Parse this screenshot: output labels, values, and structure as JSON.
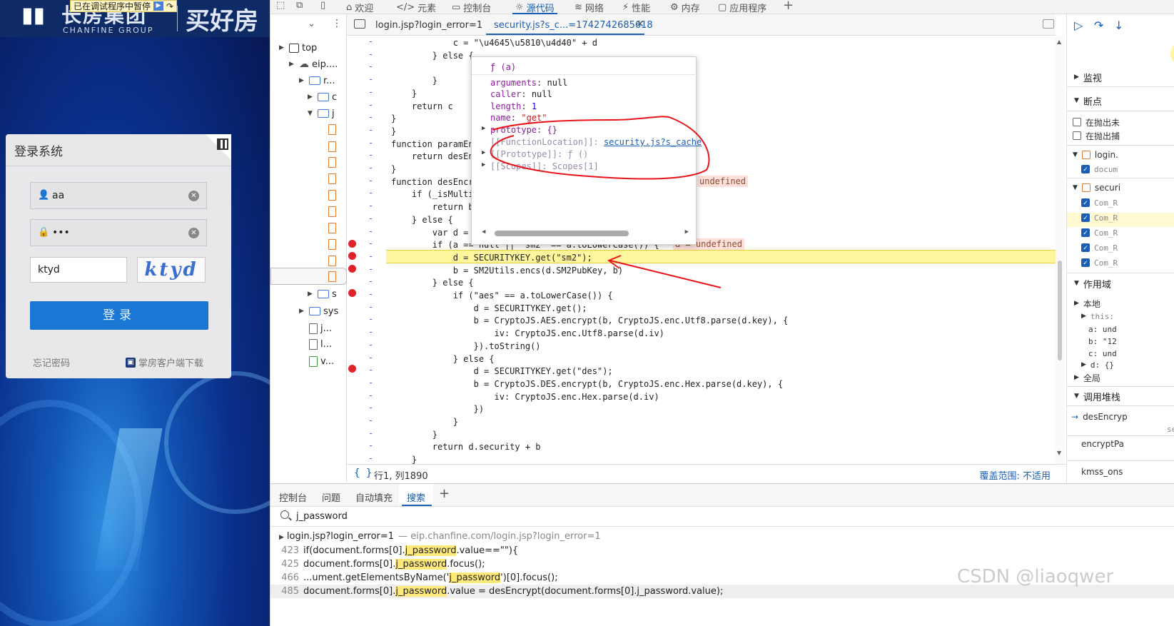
{
  "login_page": {
    "paused_badge": "已在调试程序中暂停",
    "brand_cn": "长房集团",
    "brand_en": "CHANFINE GROUP",
    "brand_slogan": "买好房",
    "title": "登录系统",
    "username": "aa",
    "password_mask": "•••",
    "captcha_value": "ktyd",
    "captcha_image_text": "ktyd",
    "login_button": "登录",
    "forgot_password": "忘记密码",
    "download_client": "掌房客户端下载"
  },
  "devtools": {
    "top_tabs": [
      {
        "icon": "⌂",
        "label": "欢迎"
      },
      {
        "icon": "</>",
        "label": "元素"
      },
      {
        "icon": "▭",
        "label": "控制台"
      },
      {
        "icon": "☼",
        "label": "源代码"
      },
      {
        "icon": "≋",
        "label": "网络"
      },
      {
        "icon": "⚡",
        "label": "性能"
      },
      {
        "icon": "⚙",
        "label": "内存"
      },
      {
        "icon": "▢",
        "label": "应用程序"
      }
    ],
    "navigator": {
      "items": [
        {
          "label": "top",
          "kind": "frame"
        },
        {
          "label": "eip....",
          "kind": "cloud"
        },
        {
          "label": "r...",
          "kind": "folder"
        },
        {
          "label": "c",
          "kind": "folder"
        },
        {
          "label": "j",
          "kind": "folder"
        },
        {
          "label": "s",
          "kind": "folder"
        },
        {
          "label": "sys",
          "kind": "folder"
        },
        {
          "label": "j...",
          "kind": "doc"
        },
        {
          "label": "l...",
          "kind": "doc"
        },
        {
          "label": "v...",
          "kind": "doc-green"
        }
      ]
    },
    "editor_tabs": [
      {
        "label": "login.jsp?login_error=1"
      },
      {
        "label": "security.js?s_c...=1742742685618"
      }
    ],
    "code_lines": [
      "            c = \"\\u4645\\u5810\\u4d40\" + d",
      "        } else {",
      "            ",
      "        }",
      "    }",
      "    return c",
      "}",
      "}",
      "function paramEn",
      "    return desEn",
      "}",
      "function desEncry",
      "    if (_isMulti",
      "        return b",
      "    } else {",
      "        var d = ",
      "        if (a == null || \"sm2\" == a.toLowerCase()) {",
      "            d = SECURITYKEY.get(\"sm2\");",
      "            b = SM2Utils.encs(d.SM2PubKey, b)",
      "        } else {",
      "            if (\"aes\" == a.toLowerCase()) {",
      "                d = SECURITYKEY.get();",
      "                b = CryptoJS.AES.encrypt(b, CryptoJS.enc.Utf8.parse(d.key), {",
      "                    iv: CryptoJS.enc.Utf8.parse(d.iv)",
      "                }).toString()",
      "            } else {",
      "                d = SECURITYKEY.get(\"des\");",
      "                b = CryptoJS.DES.encrypt(b, CryptoJS.enc.Hex.parse(d.key), {",
      "                    iv: CryptoJS.enc.Hex.parse(d.iv)",
      "                })",
      "            }",
      "        }",
      "        return d.security + b",
      "    }"
    ],
    "inline_values": {
      "undefined_1": "undefined",
      "undefined_2": "a = undefined"
    },
    "popover": {
      "header": "ƒ (a)",
      "props": [
        {
          "key": "arguments",
          "value": "null"
        },
        {
          "key": "caller",
          "value": "null"
        },
        {
          "key": "length",
          "value": "1"
        },
        {
          "key": "name",
          "value": "\"get\""
        }
      ],
      "prototype": "prototype: {}",
      "function_location_key": "[[FunctionLocation]]:",
      "function_location_value": "security.js?s_cache",
      "proto_line": "[[Prototype]]: ƒ ()",
      "scopes_line": "[[Scopes]]: Scopes[1]"
    },
    "status": {
      "brace": "{ }",
      "position": "行1, 列1890",
      "coverage": "覆盖范围: 不适用"
    },
    "right_panel": {
      "watch": "监视",
      "breakpoints": "断点",
      "pause_uncaught": "在抛出未",
      "pause_caught": "在抛出捕",
      "bp_file1": "login.",
      "bp_file1_line": "docum",
      "bp_file2": "securi",
      "bp_file2_lines": [
        "Com_R",
        "Com_R",
        "Com_R",
        "Com_R",
        "Com_R"
      ],
      "scope": "作用域",
      "local": "本地",
      "this_label": "this:",
      "scope_a": "a: und",
      "scope_b": "b: \"12",
      "scope_c": "c: und",
      "scope_d": "d: {}",
      "global": "全局",
      "callstack": "调用堆栈",
      "call1": "desEncryp",
      "call1_sub": "se",
      "call2": "encryptPa",
      "call3": "kmss_ons"
    },
    "drawer": {
      "tabs": [
        "控制台",
        "问题",
        "自动填充",
        "搜索"
      ],
      "search_query": "j_password",
      "result_file": "login.jsp?login_error=1",
      "result_url": "— eip.chanfine.com/login.jsp?login_error=1",
      "results": [
        {
          "line": "423",
          "pre": "if(document.forms[0].",
          "match": "j_password",
          "post": ".value==\"\"){"
        },
        {
          "line": "425",
          "pre": "document.forms[0].",
          "match": "j_password",
          "post": ".focus();"
        },
        {
          "line": "466",
          "pre": "...ument.getElementsByName('",
          "match": "j_password",
          "post": "')[0].focus();"
        },
        {
          "line": "485",
          "pre": "document.forms[0].",
          "match": "j_password",
          "post": ".value = desEncrypt(document.forms[0].j_password.value);"
        }
      ]
    },
    "watermark": "CSDN @liaoqwer"
  },
  "colors": {
    "accent": "#1a5fb4",
    "breakpoint": "#e0232a",
    "highlight": "#fff59d",
    "annotation": "#e8141c"
  }
}
